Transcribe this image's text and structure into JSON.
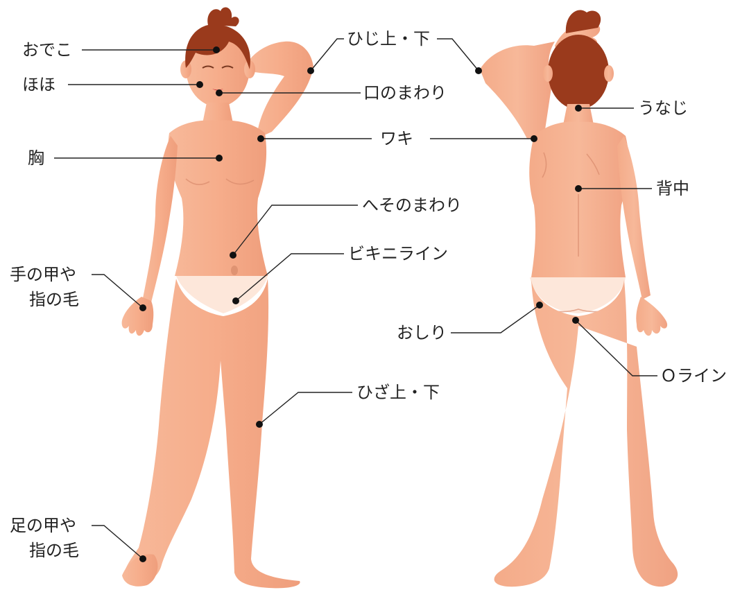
{
  "colors": {
    "skin": "#f6b293",
    "skin_dark": "#e8906e",
    "hair": "#9a3a1c",
    "bikini": "#fde7da",
    "line": "#222222"
  },
  "labels": {
    "forehead": "おでこ",
    "cheek": "ほほ",
    "elbow": "ひじ上・下",
    "mouth": "口のまわり",
    "nape": "うなじ",
    "armpit": "ワキ",
    "chest": "胸",
    "back": "背中",
    "navel": "へそのまわり",
    "bikini": "ビキニライン",
    "hand_line1": "手の甲や",
    "hand_line2": "指の毛",
    "hip": "おしり",
    "oline": "Ｏライン",
    "knee": "ひざ上・下",
    "foot_line1": "足の甲や",
    "foot_line2": "指の毛"
  }
}
